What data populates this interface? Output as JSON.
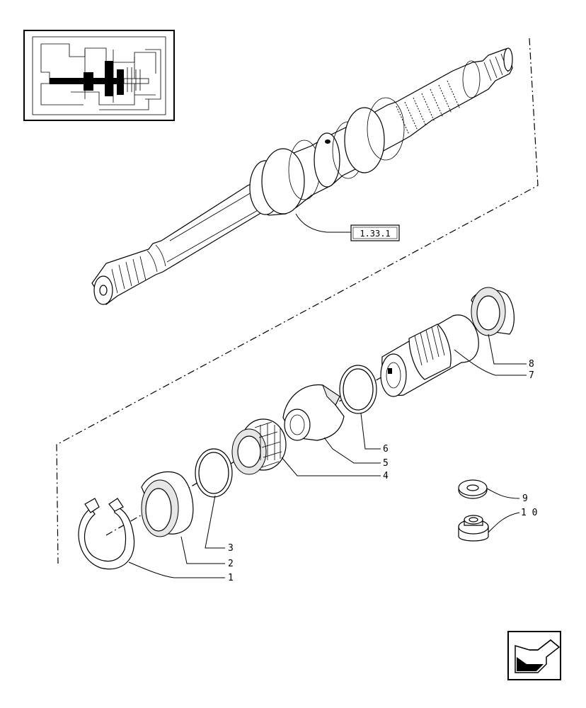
{
  "reference_box": {
    "label": "1.33.1"
  },
  "callouts": [
    {
      "id": "1",
      "label": "1"
    },
    {
      "id": "2",
      "label": "2"
    },
    {
      "id": "3",
      "label": "3"
    },
    {
      "id": "4",
      "label": "4"
    },
    {
      "id": "5",
      "label": "5"
    },
    {
      "id": "6",
      "label": "6"
    },
    {
      "id": "7",
      "label": "7"
    },
    {
      "id": "8",
      "label": "8"
    },
    {
      "id": "9",
      "label": "9"
    },
    {
      "id": "10",
      "label": "1 0"
    }
  ],
  "icons": {
    "thumbnail": "transmission-locator-thumbnail",
    "navigation": "back-arrow-icon"
  }
}
